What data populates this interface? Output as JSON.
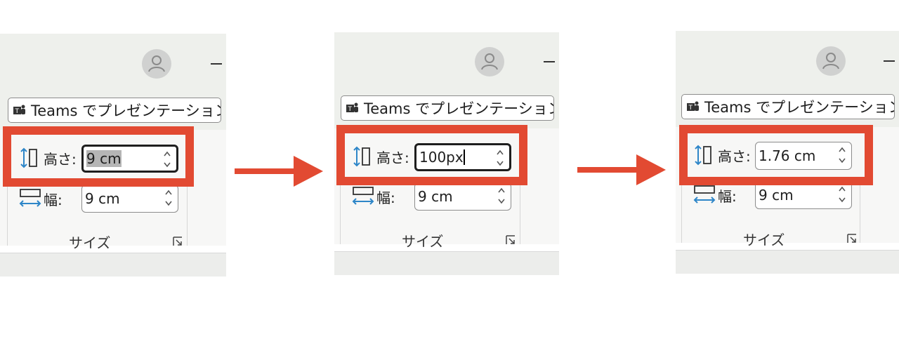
{
  "ribbon": {
    "teams_button_label": "Teams でプレゼンテーション",
    "height_label": "高さ:",
    "width_label": "幅:",
    "group_label": "サイズ"
  },
  "steps": [
    {
      "height_value": "9 cm",
      "width_value": "9 cm",
      "state": "selected"
    },
    {
      "height_value": "100px",
      "width_value": "9 cm",
      "state": "editing"
    },
    {
      "height_value": "1.76 cm",
      "width_value": "9 cm",
      "state": "committed"
    }
  ],
  "colors": {
    "highlight": "#e24a32",
    "arrow": "#e24a32"
  },
  "icons": [
    "user-avatar-icon",
    "minimize-icon",
    "teams-icon",
    "height-icon",
    "width-icon",
    "spinner-icon",
    "dialog-launcher-icon",
    "right-arrow-icon"
  ]
}
